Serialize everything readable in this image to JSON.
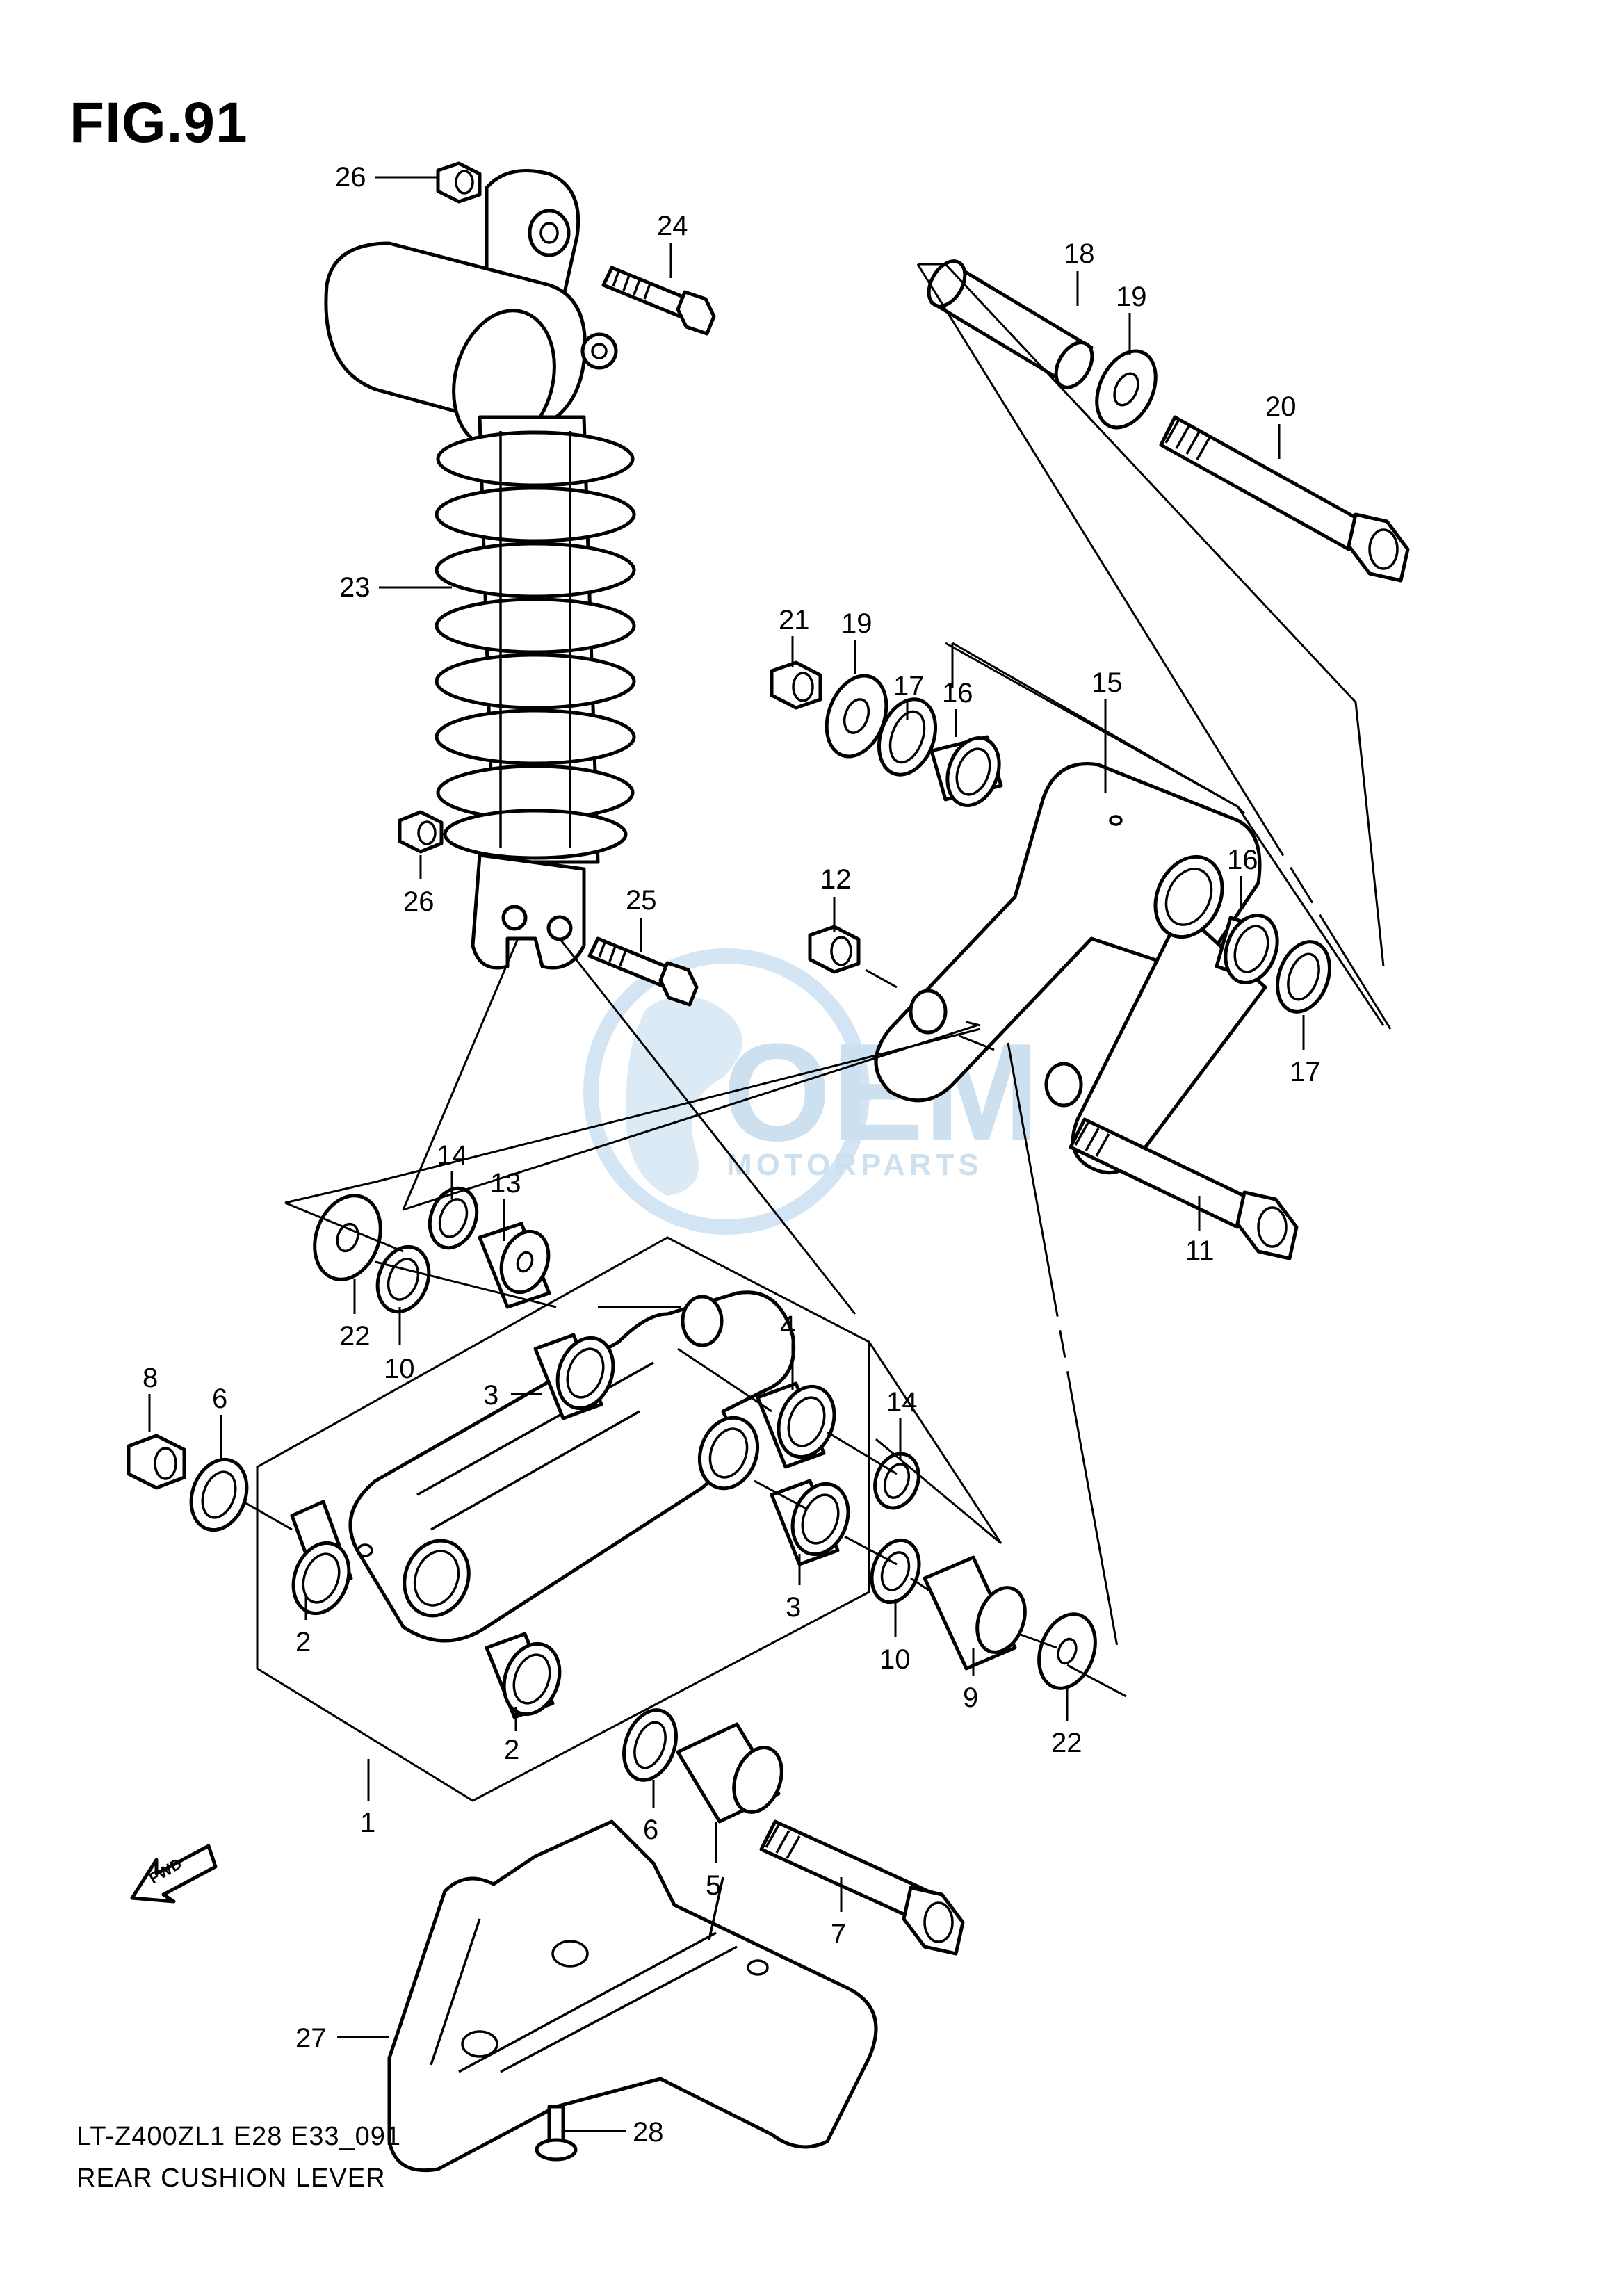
{
  "figure_title": "FIG.91",
  "footer": {
    "model_line": "LT-Z400ZL1  E28  E33_091",
    "description": "REAR CUSHION LEVER"
  },
  "watermark": {
    "brand": "OEM",
    "tagline": "MOTORPARTS",
    "color": "#bfd9ee"
  },
  "fwd_arrow": "FWD",
  "parts": {
    "p1": "1",
    "p2a": "2",
    "p2b": "2",
    "p3a": "3",
    "p3b": "3",
    "p4": "4",
    "p5": "5",
    "p6a": "6",
    "p6b": "6",
    "p7": "7",
    "p8": "8",
    "p9": "9",
    "p10a": "10",
    "p10b": "10",
    "p11": "11",
    "p12": "12",
    "p13": "13",
    "p14a": "14",
    "p14b": "14",
    "p15": "15",
    "p16a": "16",
    "p16b": "16",
    "p17a": "17",
    "p17b": "17",
    "p18": "18",
    "p19a": "19",
    "p19b": "19",
    "p20": "20",
    "p21": "21",
    "p22a": "22",
    "p22b": "22",
    "p23": "23",
    "p24": "24",
    "p25": "25",
    "p26a": "26",
    "p26b": "26",
    "p27": "27",
    "p28": "28"
  }
}
